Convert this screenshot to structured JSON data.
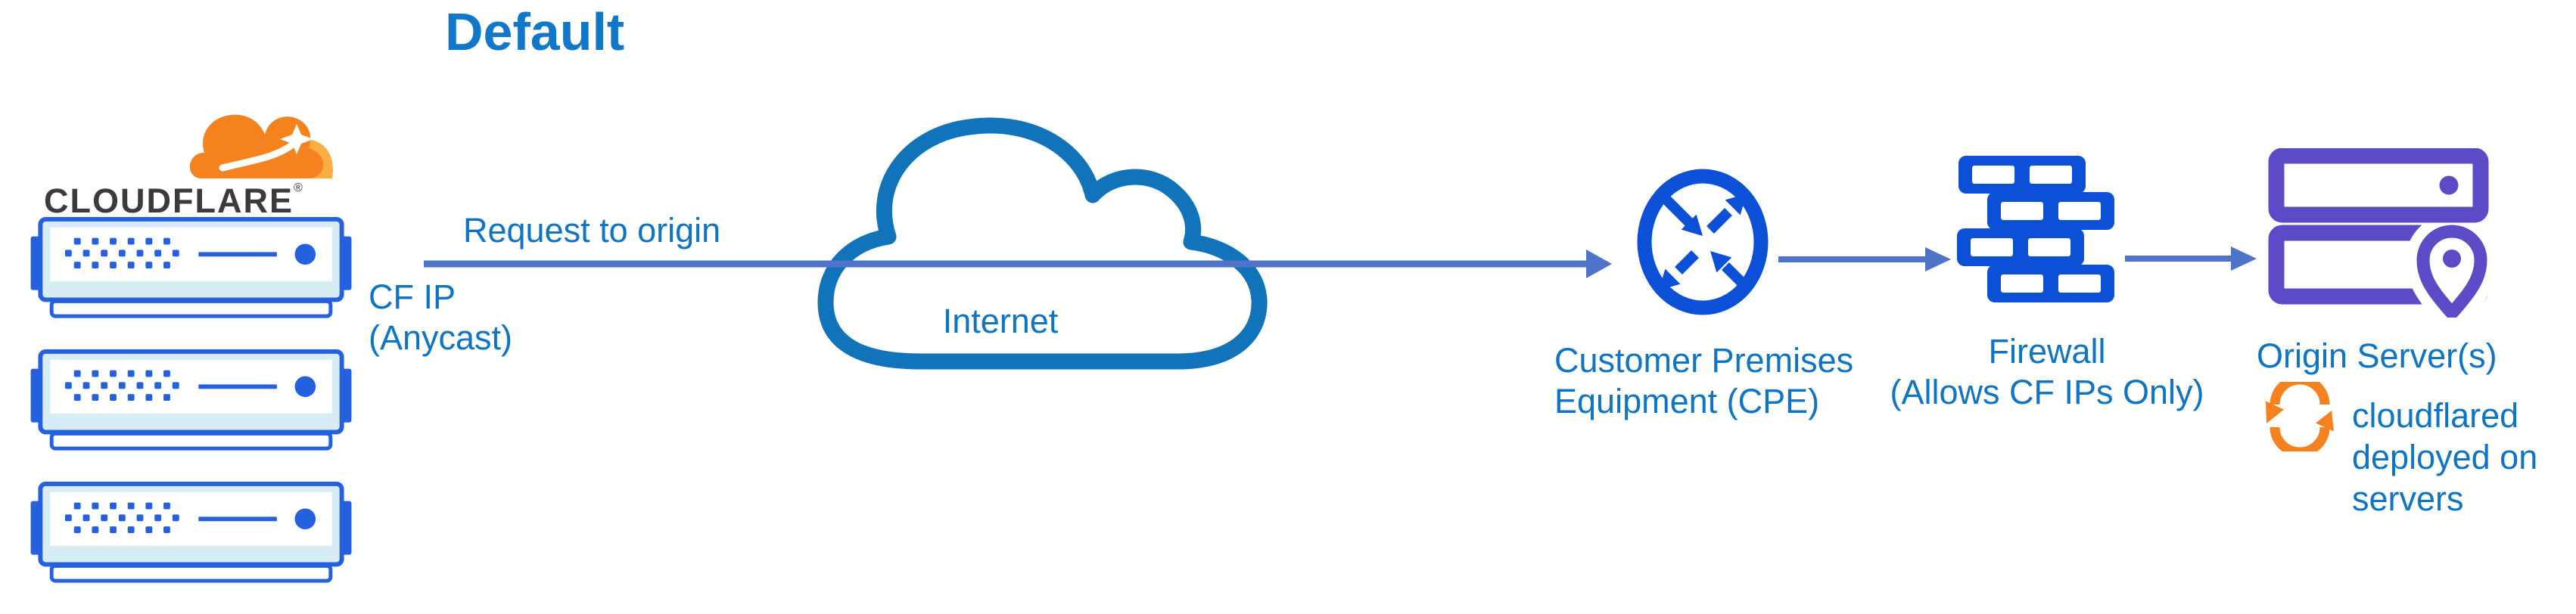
{
  "title": "Default",
  "logo": {
    "wordmark": "CLOUDFLARE",
    "registered_mark": "®"
  },
  "flow": {
    "request_label": "Request to origin",
    "source_ip": {
      "line1": "CF IP",
      "line2": "(Anycast)"
    },
    "internet_label": "Internet",
    "cpe": {
      "line1": "Customer Premises",
      "line2": "Equipment (CPE)"
    },
    "firewall": {
      "line1": "Firewall",
      "line2": "(Allows CF IPs Only)"
    },
    "origin": {
      "label": "Origin Server(s)",
      "note": {
        "line1": "cloudflared",
        "line2": "deployed on",
        "line3": "servers"
      }
    }
  },
  "icons": {
    "cloudflare_logo": "orange-cloud",
    "edge_servers": "server-rack-x3",
    "internet": "cloud-outline",
    "cpe": "router-arrows-circle",
    "firewall": "brick-wall",
    "origin": "stacked-servers-location-pin",
    "cloudflared": "sync-arrows"
  },
  "colors": {
    "label_blue": "#0e74c4",
    "title_blue": "#1177c9",
    "arrow_blue": "#4e73c8",
    "icon_blue": "#0d50d8",
    "server_blue": "#2460e0",
    "cloud_blue": "#1173ba",
    "purple": "#5c4bc6",
    "orange": "#f6821f",
    "orange_light": "#fbad41",
    "wordmark_dark": "#3b3b3d"
  }
}
